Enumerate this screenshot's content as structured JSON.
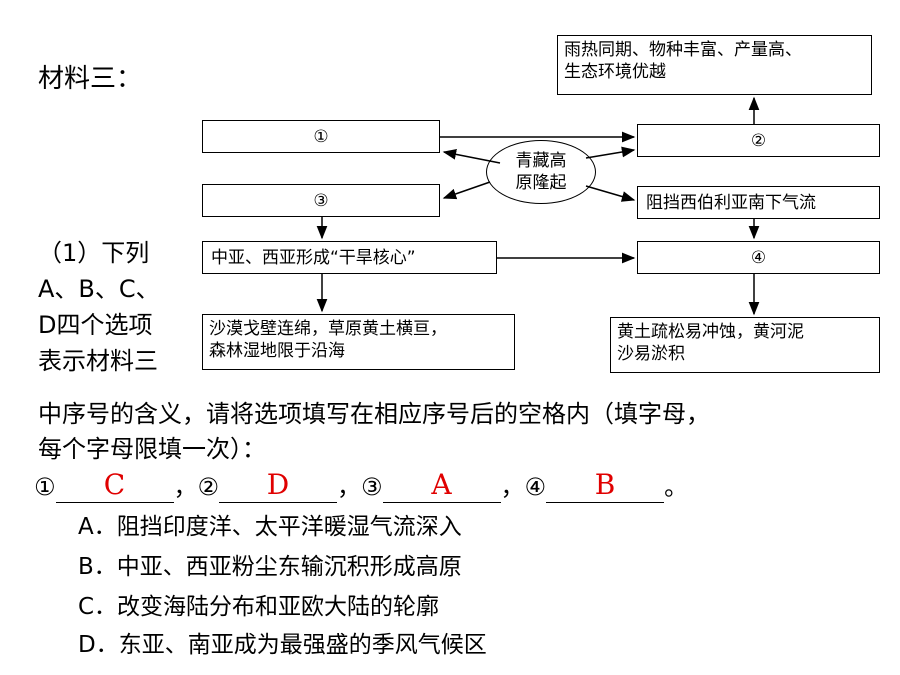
{
  "title": "材料三：",
  "diagram": {
    "box1": "①",
    "box2": "②",
    "box3": "③",
    "box4": "④",
    "center_line1": "青藏高",
    "center_line2": "原隆起",
    "top_right_line1": "雨热同期、物种丰富、产量高、",
    "top_right_line2": "生态环境优越",
    "block_siberia": "阻挡西伯利亚南下气流",
    "drought_core": "中亚、西亚形成“干旱核心”",
    "desert_line1": "沙漠戈壁连绵，草原黄土横亘，",
    "desert_line2": "森林湿地限于沿海",
    "loess_line1": "黄土疏松易冲蚀，黄河泥",
    "loess_line2": "沙易淤积"
  },
  "question": {
    "line1": "（1）下列",
    "line2": "A、B、C、",
    "line3": "D四个选项",
    "line4": "表示材料三",
    "line5": "中序号的含义，请将选项填写在相应序号后的空格内（填字母，",
    "line6": "每个字母限填一次）：",
    "n1": "①",
    "n2": "，②",
    "n3": "，③",
    "n4": "，④",
    "end": "。",
    "sep": ""
  },
  "answers": {
    "a1": "C",
    "a2": "D",
    "a3": "A",
    "a4": "B"
  },
  "options": {
    "A": "A．阻挡印度洋、太平洋暖湿气流深入",
    "B": "B．中亚、西亚粉尘东输沉积形成高原",
    "C": "C．改变海陆分布和亚欧大陆的轮廓",
    "D": "D．东亚、南亚成为最强盛的季风气候区"
  },
  "colors": {
    "answer": "#e00000",
    "line": "#000000"
  }
}
